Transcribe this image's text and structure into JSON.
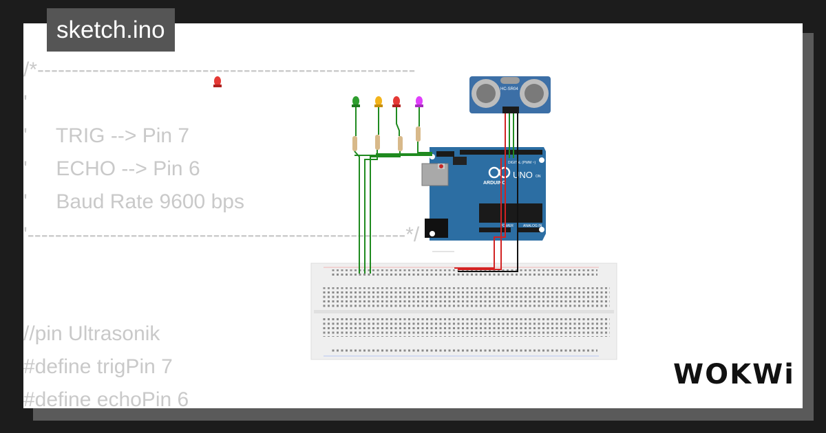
{
  "tab": {
    "filename": "sketch.ino"
  },
  "code_lines": [
    "/*-------------------------------------------------------",
    "'",
    "'     TRIG --> Pin 7",
    "'     ECHO --> Pin 6",
    "'     Baud Rate 9600 bps",
    "'-------------------------------------------------------*/",
    "",
    "",
    "//pin Ultrasonik",
    "#define trigPin 7",
    "#define echoPin 6"
  ],
  "logo": {
    "text": "WOKWi"
  },
  "components": {
    "sensor": {
      "label": "HC-SR04"
    },
    "board": {
      "brand": "ARDUINO",
      "model": "UNO",
      "digital": "DIGITAL (PWM ~)",
      "analog": "ANALOG IN",
      "power": "POWER",
      "on": "ON"
    },
    "leds": [
      "green",
      "orange",
      "red",
      "magenta",
      "red"
    ]
  },
  "colors": {
    "background": "#1c1c1c",
    "panel": "#ffffff",
    "code_text": "#c9c9c9",
    "board": "#2c6ea3",
    "breadboard": "#efefef",
    "wire_green": "#1f8a1f",
    "wire_red": "#d22222",
    "wire_black": "#111111"
  }
}
